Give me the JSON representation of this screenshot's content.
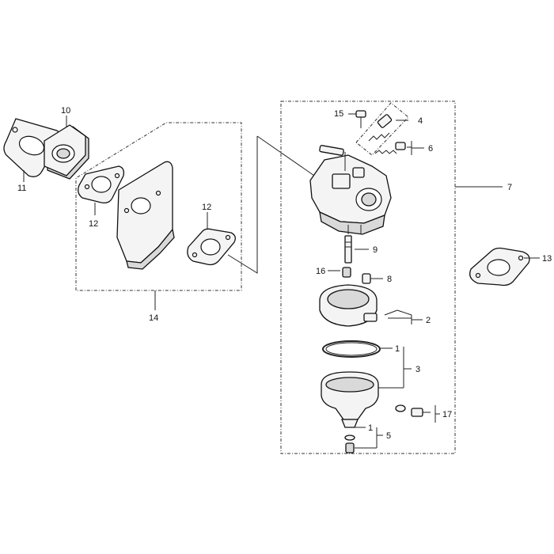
{
  "callouts": {
    "c1a": "1",
    "c1b": "1",
    "c2": "2",
    "c3": "3",
    "c4": "4",
    "c5": "5",
    "c6": "6",
    "c7": "7",
    "c8": "8",
    "c9": "9",
    "c10": "10",
    "c11": "11",
    "c12a": "12",
    "c12b": "12",
    "c13": "13",
    "c14": "14",
    "c15": "15",
    "c16": "16",
    "c17": "17"
  },
  "colors": {
    "line": "#222222",
    "fill": "#f4f4f4",
    "background": "#ffffff"
  }
}
